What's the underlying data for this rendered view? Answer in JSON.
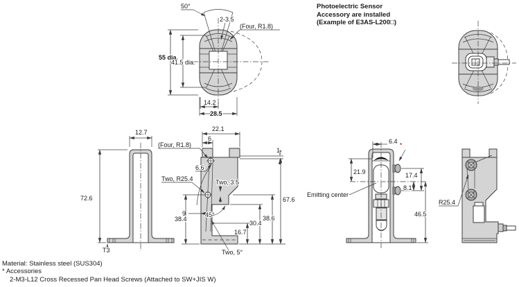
{
  "note_installed": {
    "line1": "Photoelectric Sensor",
    "line2": "Accessory are installed",
    "line3": "(Example of E3AS-L200□)"
  },
  "footer": {
    "material": "Material: Stainless steel (SUS304)",
    "accessory_marker": "*",
    "accessory_title": "Accessories",
    "accessory_detail": "2-M3-L12 Cross Recessed Pan Head Screws (Attached to SW+JIS W)"
  },
  "top_view": {
    "swivel_angle": "50°",
    "mounting_holes": "2-3.5",
    "corner_radius": "(Four, R1.8)",
    "outer_diameter": "55 dia.",
    "inner_diameter": "41.5 dia.",
    "center_offset": "14.2",
    "overall_width": "28.5"
  },
  "side_view": {
    "top_width": "12.7",
    "overall_height": "72.6",
    "thickness": "T3"
  },
  "front_view": {
    "overall_width": "22.1",
    "tab_width": "6",
    "corner_radius": "(Four, R1.8)",
    "hole_offset": "6.6",
    "slot_radius": "Two, R25.4",
    "slot_width": "Two, 3.5",
    "slot_offset": "9",
    "slot_length": "38.4",
    "chamfer_angle": "45°",
    "step_height_1": "16.7",
    "step_height_2": "30.4",
    "step_height_3": "38.6",
    "overall_height": "67.6",
    "slot_tilt": "Two, 5°",
    "plate_step": "1"
  },
  "installed_front": {
    "screw_offset": "6.4",
    "accessory_ref": "*",
    "upper_height": "21.9",
    "screw_pitch": "17.4",
    "lower_offset": "8.1",
    "emitting_center_label": "Emitting center",
    "lower_height": "46.5"
  },
  "installed_side": {
    "slot_radius": "R25.4"
  }
}
